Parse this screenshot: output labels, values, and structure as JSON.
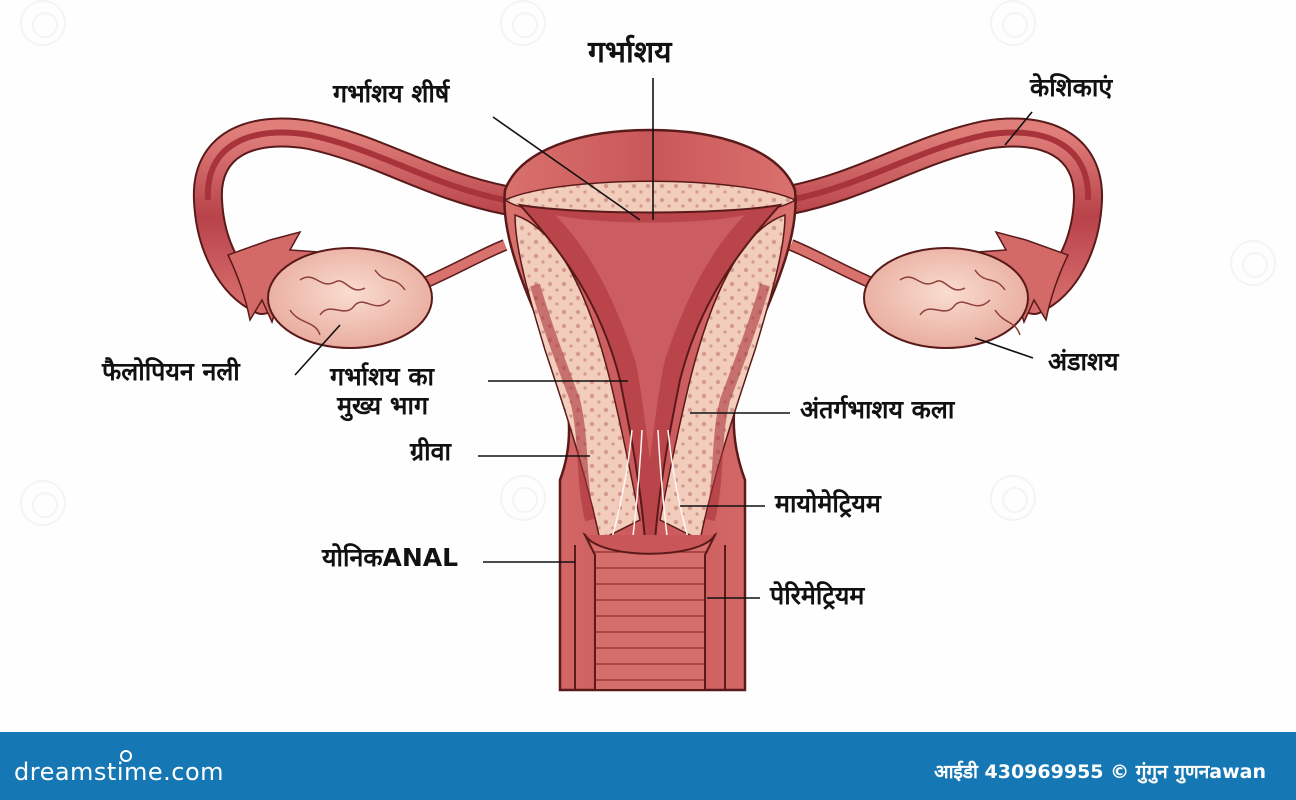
{
  "diagram": {
    "title": "गर्भाशय",
    "subject": "uterus-anatomy",
    "labels": {
      "uterus": "गर्भाशय",
      "fundus": "गर्भाशय शीर्ष",
      "capillaries": "केशिकाएं",
      "fallopian_tube": "फैलोपियन नली",
      "body_line1": "गर्भाशय का",
      "body_line2": "मुख्य भाग",
      "cervix": "ग्रीवा",
      "vagina": "योनिकANAL",
      "ovary": "अंडाशय",
      "endometrium": "अंतर्गभाशय कला",
      "myometrium": "मायोमेट्रियम",
      "perimetrium": "पेरिमेट्रियम"
    },
    "colors": {
      "tissue_dark": "#a8333a",
      "tissue_mid": "#c9575a",
      "tissue_light": "#e08a84",
      "endometrium_fill": "#f3cdbb",
      "ovary_fill": "#f1c4b0",
      "outline": "#5a1a1a",
      "leader_line": "#111111"
    }
  },
  "footer": {
    "brand": "dreamstime.com",
    "credit": "आईडी 430969955 © गुंगुन गुणनawan",
    "background": "#1577b3"
  }
}
